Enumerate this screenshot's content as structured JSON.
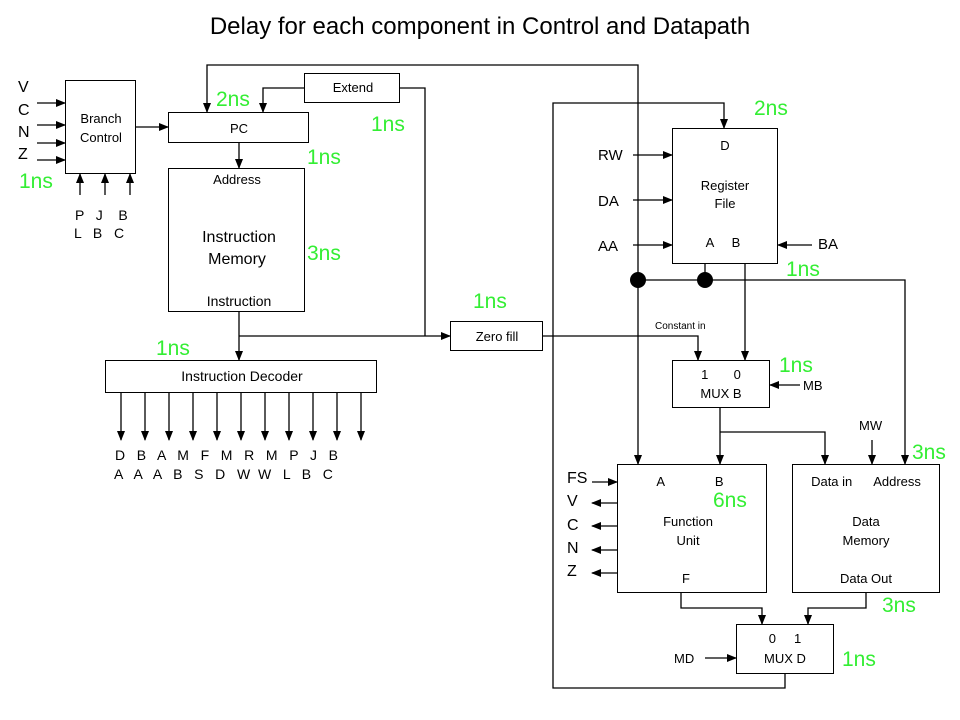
{
  "title": "Delay for each component in Control and Datapath",
  "colors": {
    "delay": "#33ee33",
    "line": "#000000"
  },
  "branch_control": {
    "label_line1": "Branch",
    "label_line2": "Control",
    "inputs": [
      "V",
      "C",
      "N",
      "Z"
    ],
    "bottom_row1": "P   J    B",
    "bottom_row2": "L   B   C",
    "delay": "1ns"
  },
  "extend": {
    "label": "Extend",
    "delay": "1ns"
  },
  "pc": {
    "label": "PC",
    "delay": "2ns"
  },
  "instruction_memory": {
    "top": "Address",
    "name_line1": "Instruction",
    "name_line2": "Memory",
    "bottom": "Instruction",
    "delay_in": "1ns",
    "delay": "3ns"
  },
  "instruction_decoder": {
    "label": "Instruction Decoder",
    "delay": "1ns",
    "outputs_row1": "D   B   A   M   F   M   R   M   P   J   B",
    "outputs_row2": "A   A   A   B   S   D   W  W   L   B   C"
  },
  "zero_fill": {
    "label": "Zero fill",
    "delay": "1ns"
  },
  "register_file": {
    "top": "D",
    "name_line1": "Register",
    "name_line2": "File",
    "ports": "A     B",
    "inputs": [
      "RW",
      "DA",
      "AA"
    ],
    "input_b": "BA",
    "delay_in": "2ns",
    "delay": "1ns"
  },
  "constant_in": "Constant in",
  "mux_b": {
    "inputs": "1       0",
    "label": "MUX B",
    "select": "MB",
    "delay": "1ns"
  },
  "function_unit": {
    "ports": "A              B",
    "name_line1": "Function",
    "name_line2": "Unit",
    "output": "F",
    "select": "FS",
    "status": [
      "V",
      "C",
      "N",
      "Z"
    ],
    "delay": "6ns"
  },
  "data_memory": {
    "ports": "Data in      Address",
    "name_line1": "Data",
    "name_line2": "Memory",
    "output": "Data Out",
    "write": "MW",
    "delay_in": "3ns",
    "delay": "3ns"
  },
  "mux_d": {
    "inputs": "0     1",
    "label": "MUX D",
    "select": "MD",
    "delay": "1ns"
  }
}
